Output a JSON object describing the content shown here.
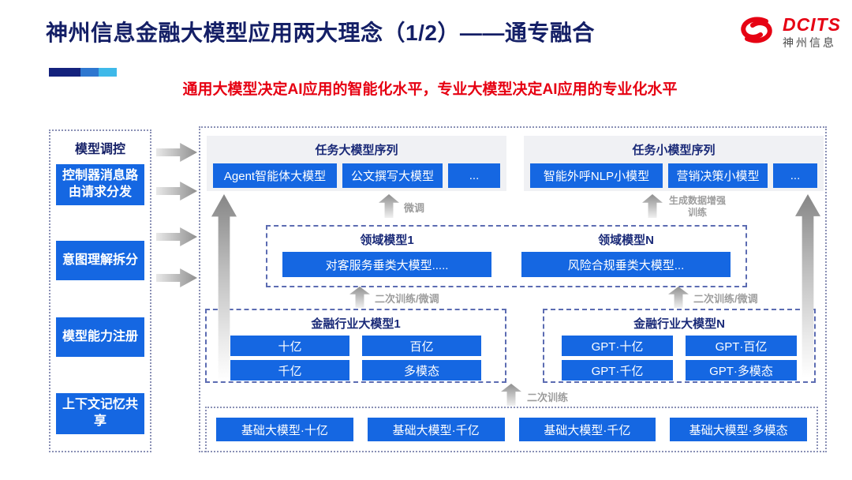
{
  "header": {
    "title": "神州信息金融大模型应用两大理念（1/2）——通专融合",
    "subtitle": "通用大模型决定AI应用的智能化水平，专业大模型决定AI应用的专业化水平",
    "logo": {
      "brand": "DCITS",
      "brand_cn": "神州信息"
    }
  },
  "sidebar": {
    "title": "模型调控",
    "items": [
      "控制器消息路由请求分发",
      "意图理解拆分",
      "模型能力注册",
      "上下文记忆共享"
    ]
  },
  "main": {
    "task_large": {
      "title": "任务大模型序列",
      "items": [
        "Agent智能体大模型",
        "公文撰写大模型",
        "..."
      ]
    },
    "task_small": {
      "title": "任务小模型序列",
      "items": [
        "智能外呼NLP小模型",
        "营销决策小模型",
        "..."
      ]
    },
    "domain_left": {
      "title": "领域模型1",
      "item": "对客服务垂类大模型....."
    },
    "domain_right": {
      "title": "领域模型N",
      "item": "风险合规垂类大模型..."
    },
    "industry_left": {
      "title": "金融行业大模型1",
      "items": [
        "十亿",
        "百亿",
        "千亿",
        "多模态"
      ]
    },
    "industry_right": {
      "title": "金融行业大模型N",
      "items": [
        "GPT·十亿",
        "GPT·百亿",
        "GPT·千亿",
        "GPT·多模态"
      ]
    },
    "base_models": [
      "基础大模型·十亿",
      "基础大模型·千亿",
      "基础大模型·千亿",
      "基础大模型·多模态"
    ],
    "flow_labels": {
      "fine_tune": "微调",
      "data_augment": "生成数据增强训练",
      "retrain_finetune_left": "二次训练/微调",
      "retrain_finetune_right": "二次训练/微调",
      "retrain": "二次训练"
    }
  },
  "colors": {
    "button_blue": "#1567e2",
    "title_navy": "#141f66",
    "panel_navy": "#1a2a78",
    "accent_red": "#e60012",
    "logo_red": "#e60213",
    "arrow_label_gray": "#9d9d9d"
  }
}
